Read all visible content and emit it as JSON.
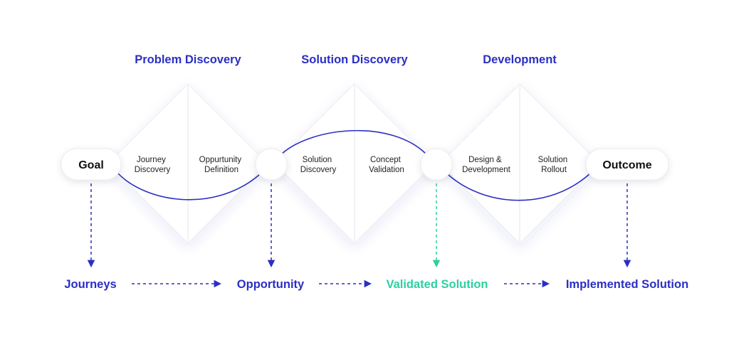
{
  "colors": {
    "primary": "#2a2fc4",
    "accent": "#2ecf9f",
    "text": "#111111",
    "diamond_fill": "#ffffff",
    "divider": "#e6e6ea"
  },
  "phases": [
    {
      "title": "Problem Discovery"
    },
    {
      "title": "Solution Discovery"
    },
    {
      "title": "Development"
    }
  ],
  "steps": [
    {
      "line1": "Journey",
      "line2": "Discovery"
    },
    {
      "line1": "Oppurtunity",
      "line2": "Definition"
    },
    {
      "line1": "Solution",
      "line2": "Discovery"
    },
    {
      "line1": "Concept",
      "line2": "Validation"
    },
    {
      "line1": "Design &",
      "line2": "Development"
    },
    {
      "line1": "Solution",
      "line2": "Rollout"
    }
  ],
  "nodes": {
    "start": "Goal",
    "end": "Outcome"
  },
  "outputs": [
    {
      "label": "Journeys",
      "highlight": false
    },
    {
      "label": "Opportunity",
      "highlight": false
    },
    {
      "label": "Validated Solution",
      "highlight": true
    },
    {
      "label": "Implemented Solution",
      "highlight": false
    }
  ]
}
